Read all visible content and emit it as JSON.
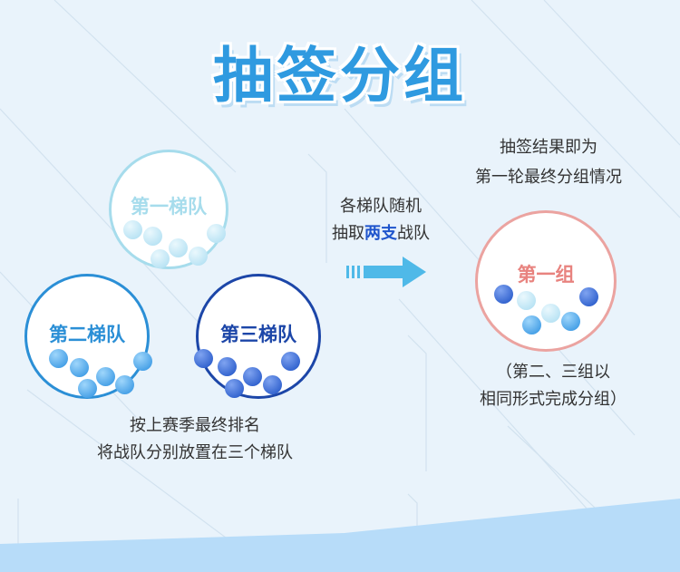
{
  "title": "抽签分组",
  "tiers": [
    {
      "label": "第一梯队",
      "color": "#a6dcec"
    },
    {
      "label": "第二梯队",
      "color": "#2b8fd6"
    },
    {
      "label": "第三梯队",
      "color": "#1c46a8"
    }
  ],
  "left_caption": {
    "line1": "按上赛季最终排名",
    "line2": "将战队分别放置在三个梯队"
  },
  "middle_caption": {
    "line1": "各梯队随机",
    "line2_prefix": "抽取",
    "line2_highlight": "两支",
    "line2_suffix": "战队"
  },
  "right_caption": {
    "line1": "抽签结果即为",
    "line2": "第一轮最终分组情况"
  },
  "group": {
    "label": "第一组",
    "color": "#e8837f"
  },
  "note": {
    "line1": "（第二、三组以",
    "line2": "相同形式完成分组）"
  }
}
